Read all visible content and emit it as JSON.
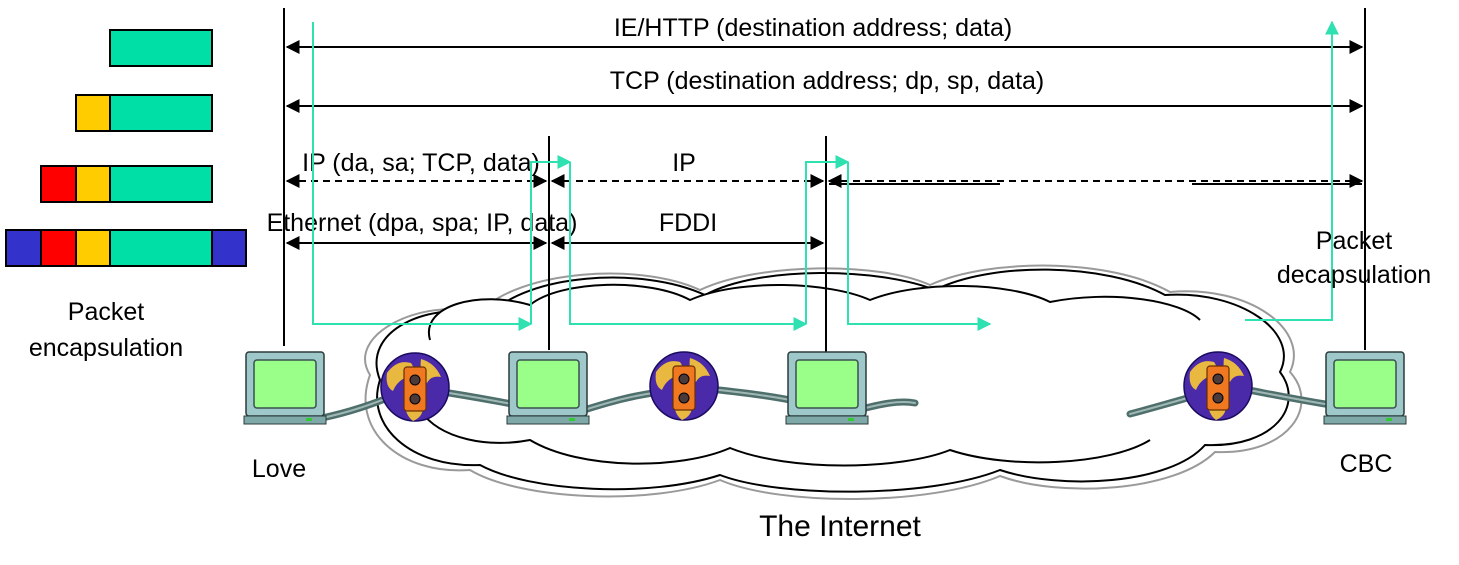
{
  "protocol_labels": {
    "app": "IE/HTTP (destination address; data)",
    "tcp": "TCP (destination address; dp, sp, data)",
    "ip_first": "IP (da, sa; TCP, data)",
    "ip_second": "IP",
    "ethernet": "Ethernet (dpa, spa; IP, data)",
    "fddi": "FDDI"
  },
  "encapsulation": {
    "label_line1": "Packet",
    "label_line2": "encapsulation",
    "layers": [
      {
        "name": "data",
        "color": "#00e0a6"
      },
      {
        "name": "tcp-header",
        "color": "#ffcc00"
      },
      {
        "name": "ip-header",
        "color": "#ff0000"
      },
      {
        "name": "ethernet-header",
        "color": "#3333cc"
      },
      {
        "name": "ethernet-trailer",
        "color": "#3333cc"
      }
    ]
  },
  "decapsulation": {
    "label_line1": "Packet",
    "label_line2": "decapsulation"
  },
  "hosts": {
    "source": "Love",
    "destination": "CBC"
  },
  "network_label": "The Internet",
  "colors": {
    "flow": "#2fe0b0",
    "screen": "#99ff88",
    "monitor_body": "#9ec8c9",
    "globe": "#4a2aa8",
    "globe_land": "#e8b840",
    "router_plate": "#f07820",
    "cable": "#4f6f6c"
  }
}
